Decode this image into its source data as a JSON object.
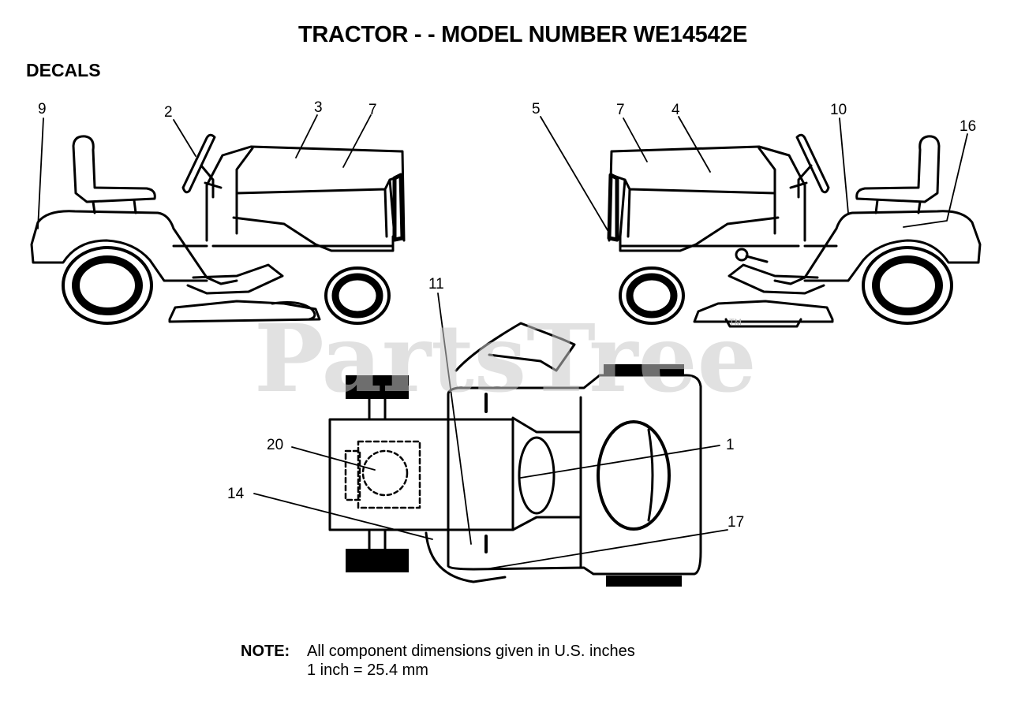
{
  "header": {
    "title": "TRACTOR - - MODEL NUMBER WE14542E",
    "subtitle": "DECALS"
  },
  "watermark": {
    "text": "PartsTree",
    "tm": "TM"
  },
  "callouts": {
    "c9": "9",
    "c2": "2",
    "c3": "3",
    "c7a": "7",
    "c5": "5",
    "c7b": "7",
    "c4": "4",
    "c10": "10",
    "c16": "16",
    "c11": "11",
    "c20": "20",
    "c14": "14",
    "c1": "1",
    "c17": "17"
  },
  "note": {
    "label": "NOTE:",
    "line1": "All component dimensions given in U.S. inches",
    "line2": "1 inch = 25.4 mm"
  },
  "colors": {
    "ink": "#000000",
    "watermark": "#c9c9c9"
  }
}
